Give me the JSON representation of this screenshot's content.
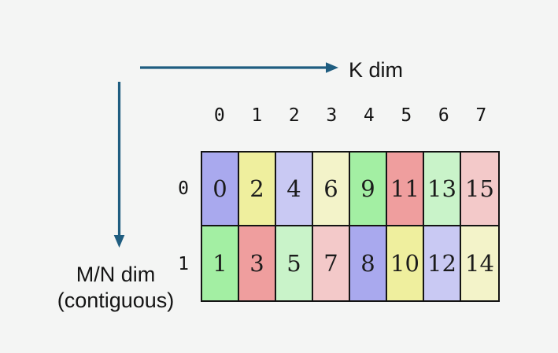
{
  "diagram": {
    "background_color": "#f4f5f4",
    "arrow_color": "#1f5d80",
    "border_color": "#141414",
    "k_axis": {
      "label": "K dim"
    },
    "mn_axis": {
      "label_line1": "M/N dim",
      "label_line2": "(contiguous)"
    },
    "column_headers": [
      "0",
      "1",
      "2",
      "3",
      "4",
      "5",
      "6",
      "7"
    ],
    "rows": [
      {
        "label": "0",
        "cells": [
          {
            "value": "0",
            "color": "#a9a9ee"
          },
          {
            "value": "2",
            "color": "#efef9e"
          },
          {
            "value": "4",
            "color": "#c9c9f3"
          },
          {
            "value": "6",
            "color": "#f3f3c9"
          },
          {
            "value": "9",
            "color": "#a3efa3"
          },
          {
            "value": "11",
            "color": "#ef9e9e"
          },
          {
            "value": "13",
            "color": "#c9f3c9"
          },
          {
            "value": "15",
            "color": "#f3c9c9"
          }
        ]
      },
      {
        "label": "1",
        "cells": [
          {
            "value": "1",
            "color": "#a3efa3"
          },
          {
            "value": "3",
            "color": "#ef9e9e"
          },
          {
            "value": "5",
            "color": "#c9f3c9"
          },
          {
            "value": "7",
            "color": "#f3c9c9"
          },
          {
            "value": "8",
            "color": "#a9a9ee"
          },
          {
            "value": "10",
            "color": "#efef9e"
          },
          {
            "value": "12",
            "color": "#c9c9f3"
          },
          {
            "value": "14",
            "color": "#f3f3c9"
          }
        ]
      }
    ]
  }
}
